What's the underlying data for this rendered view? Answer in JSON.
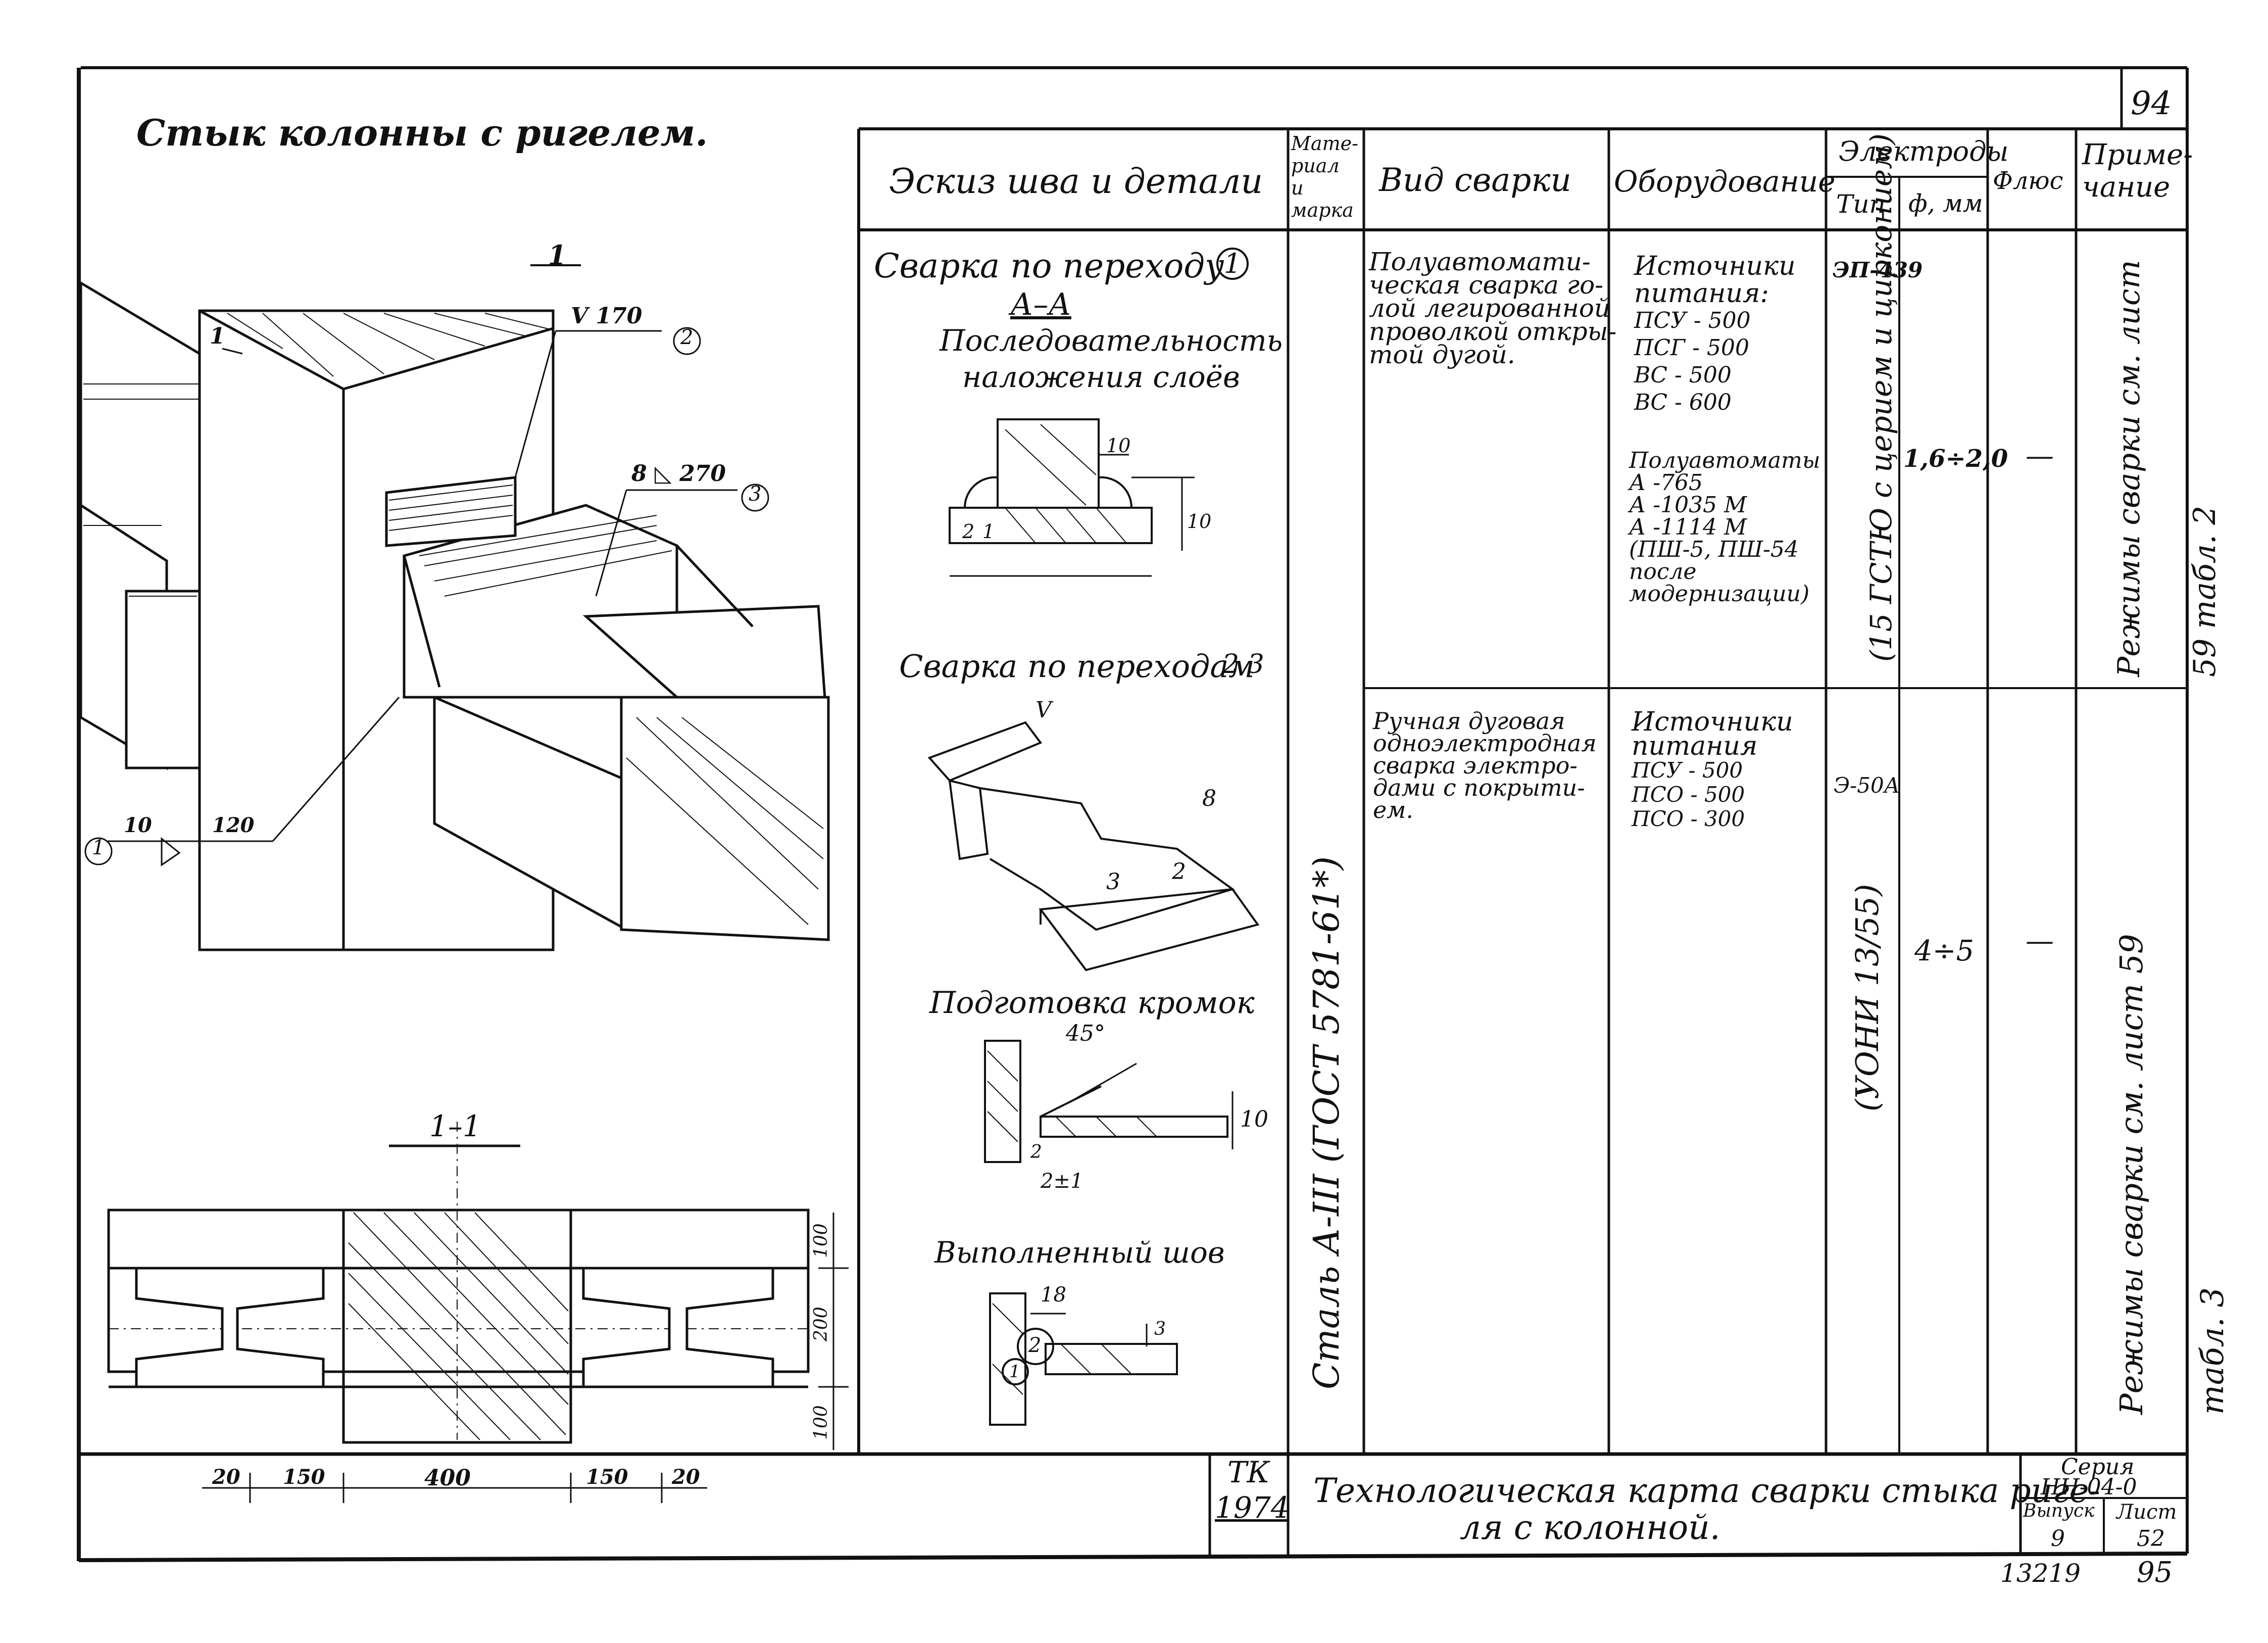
{
  "sheet_number_top": "94",
  "left_title": "Стык колонны с ригелем.",
  "header": {
    "col1": "Эскиз шва и детали",
    "col2": [
      "Мате-",
      "риал",
      "и",
      "марка"
    ],
    "col3": "Вид сварки",
    "col4": "Оборудование",
    "electrodes": "Электроды",
    "type": "Тип",
    "diam": "ф, мм",
    "flux": "Флюс",
    "note": [
      "Приме-",
      "чание"
    ]
  },
  "row1": {
    "sketch_title": "Сварка по переходу",
    "marker": "1",
    "section": "А–А",
    "seq1": "Последовательность",
    "seq2": "наложения слоёв",
    "dim10a": "10",
    "dim10b": "10",
    "l1": "1",
    "l2": "2",
    "weld_type": [
      "Полуавтомати-",
      "ческая сварка го-",
      "лой легированной",
      "проволкой откры-",
      "той дугой."
    ],
    "equip_power": [
      "Источники",
      "питания:",
      "ПСУ - 500",
      "ПСГ - 500",
      "ВС - 500",
      "ВС - 600"
    ],
    "equip_semi": [
      "Полуавтоматы",
      "А -765",
      "А -1035 М",
      "А -1114 М",
      "(ПШ-5, ПШ-54",
      "после",
      "модернизации)"
    ],
    "electrode_type": "ЭП-439",
    "electrode_note": "(15 ГСТЮ с церием и цирконием)",
    "diam": "1,6÷2,0",
    "flux": "—",
    "note": "Режимы сварки см. лист 59 табл. 2"
  },
  "row2": {
    "sketch_title": "Сварка по переходам",
    "markers": "2 3",
    "v_label": "V",
    "angle_label": "8",
    "n2": "2",
    "n3": "3",
    "prep_title": "Подготовка кромок",
    "angle": "45°",
    "dim10": "10",
    "dim2": "2",
    "gap": "2±1",
    "done_title": "Выполненный шов",
    "dim18": "18",
    "dim3": "3",
    "w2": "2",
    "w1": "1",
    "weld_type": [
      "Ручная дуговая",
      "одноэлектродная",
      "сварка электро-",
      "дами с покрыти-",
      "ем."
    ],
    "equip_power": [
      "Источники",
      "питания",
      "ПСУ - 500",
      "ПСО - 500",
      "ПСО - 300"
    ],
    "electrode_type": "Э-50А",
    "electrode_note": "(УОНИ 13/55)",
    "diam": "4÷5",
    "flux": "—",
    "note": "Режимы сварки см. лист 59 табл. 3"
  },
  "material": "Сталь А-III (ГОСТ 5781-61*)",
  "iso_labels": {
    "weld2": "V 170",
    "weld2_num": "2",
    "weld3": "8 ◺ 270",
    "weld3_num": "3",
    "weld1_a": "10",
    "weld1_b": "120",
    "weld1_num": "1",
    "sec": "1",
    "sec_l": "1"
  },
  "section11": {
    "title": "1–1",
    "dims_bottom": [
      "20",
      "150",
      "400",
      "150",
      "20"
    ],
    "dims_right": [
      "100",
      "200",
      "100"
    ]
  },
  "footer": {
    "tk": "ТК",
    "year": "1974",
    "title_line1": "Технологическая карта сварки стыка риге-",
    "title_line2": "ля с колонной.",
    "series_label": "Серия",
    "series": "НН-04-0",
    "issue_label": "Выпуск",
    "sheet_label": "Лист",
    "issue": "9",
    "sheet": "52",
    "code": "13219",
    "page": "95"
  }
}
